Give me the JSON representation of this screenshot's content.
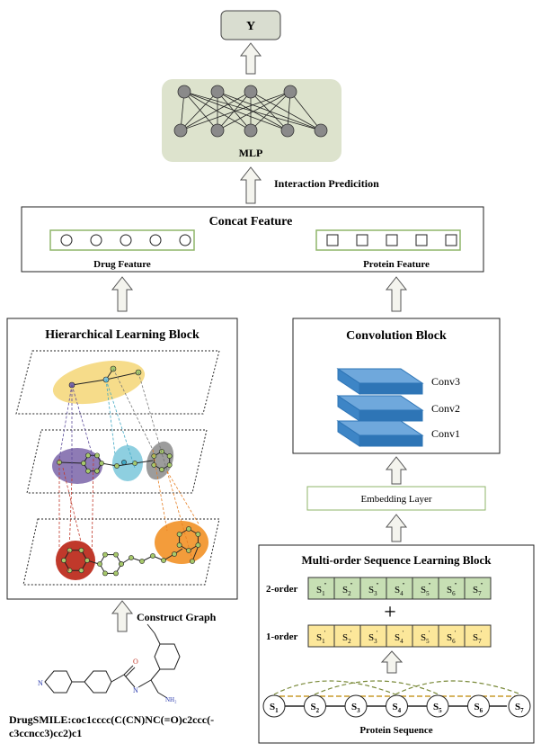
{
  "output": {
    "label": "Y"
  },
  "mlp": {
    "label": "MLP"
  },
  "interaction": {
    "label": "Interaction Predicition"
  },
  "concat": {
    "title": "Concat Feature",
    "drug_label": "Drug Feature",
    "protein_label": "Protein Feature"
  },
  "hierarchical": {
    "title": "Hierarchical  Learning Block"
  },
  "conv_block": {
    "title": "Convolution Block",
    "layers": [
      "Conv3",
      "Conv2",
      "Conv1"
    ]
  },
  "embedding": {
    "label": "Embedding Layer"
  },
  "construct": {
    "label": "Construct  Graph"
  },
  "multi": {
    "title": "Multi-order Sequence Learning  Block",
    "row2_label": "2-order",
    "row1_label": "1-order",
    "plus": "+",
    "sub": [
      "1",
      "2",
      "3",
      "4",
      "5",
      "6",
      "7"
    ],
    "protein_label": "Protein Sequence"
  },
  "drug": {
    "smiles_line1": "DrugSMILE:coc1cccc(C(CN)NC(=O)c2ccc(-",
    "smiles_line2": "c3ccncc3)cc2)c1",
    "atoms": {
      "N_ring": "N",
      "O_amide": "O",
      "N_amide": "N",
      "NH2": "NH₂"
    }
  },
  "colors": {
    "mlp_bg": "#dde3cd",
    "yellow_ellipse": "#f6dc8a",
    "purple": "#8e7bb5",
    "cyan": "#8ecfe0",
    "gray": "#9c9c9c",
    "red": "#c0392b",
    "orange": "#f39c3b",
    "conv_blue": "#5b9bd5",
    "seq2_bg": "#c7dfb4",
    "seq1_bg": "#fce79a"
  }
}
